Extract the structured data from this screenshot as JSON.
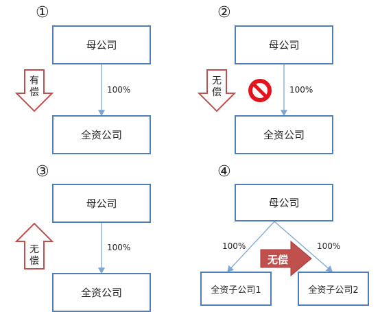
{
  "panels": [
    {
      "number": "①",
      "parent": "母公司",
      "child": "全资公司",
      "percent": "100%",
      "arrow_text": [
        "有",
        "偿"
      ],
      "arrow_direction": "down"
    },
    {
      "number": "②",
      "parent": "母公司",
      "child": "全资公司",
      "percent": "100%",
      "arrow_text": [
        "无",
        "偿"
      ],
      "arrow_direction": "down",
      "prohibited_icon": "no-entry-icon"
    },
    {
      "number": "③",
      "parent": "母公司",
      "child": "全资公司",
      "percent": "100%",
      "arrow_text": [
        "无",
        "偿"
      ],
      "arrow_direction": "up"
    },
    {
      "number": "④",
      "parent": "母公司",
      "children": [
        "全资子公司1",
        "全资子公司2"
      ],
      "percents": [
        "100%",
        "100%"
      ],
      "arrow_text": "无偿",
      "arrow_direction": "right"
    }
  ],
  "colors": {
    "box_border": "#4f7fb8",
    "line": "#7ea6d3",
    "arrow_outline": "#c0504d",
    "arrow_fill": "#c0504d",
    "no_entry": "#e3141b"
  }
}
